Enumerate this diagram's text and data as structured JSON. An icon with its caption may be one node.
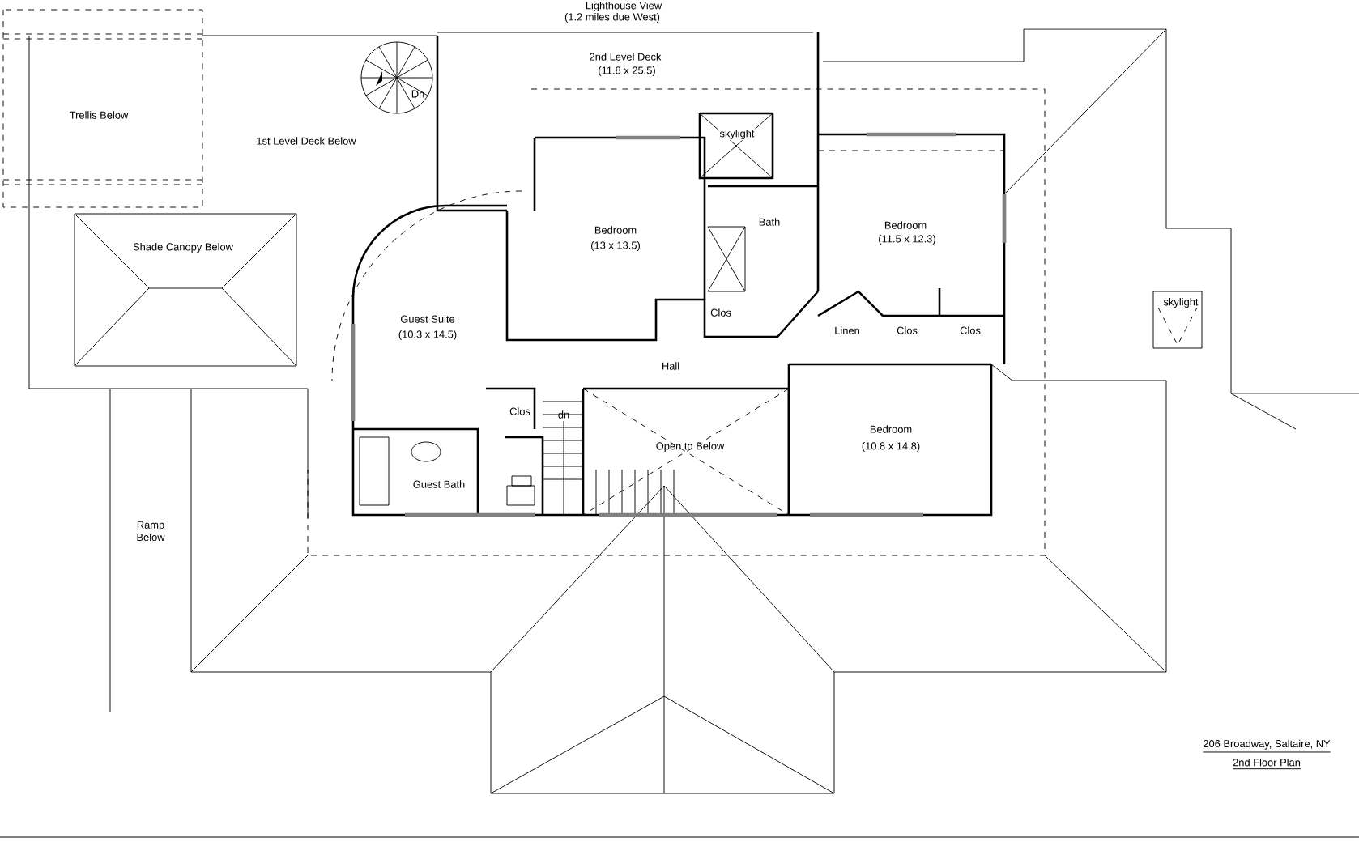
{
  "diagram": {
    "labels": [
      "Lighthouse View",
      "(1.2 miles due West)",
      "2nd Level Deck",
      "(11.8 x 25.5)",
      "Trellis Below",
      "1st Level Deck Below",
      "Dn",
      "skylight",
      "Shade Canopy Below",
      "Bath",
      "Bedroom",
      "(13 x 13.5)",
      "Bedroom",
      "(11.5 x 12.3)",
      "Clos",
      "skylight",
      "Guest Suite",
      "(10.3 x 14.5)",
      "Linen",
      "Clos",
      "Clos",
      "Hall",
      "Clos",
      "dn",
      "Open to Below",
      "Bedroom",
      "(10.8 x 14.8)",
      "Guest Bath",
      "Ramp Below",
      "206 Broadway, Saltaire, NY",
      "2nd Floor Plan"
    ]
  }
}
